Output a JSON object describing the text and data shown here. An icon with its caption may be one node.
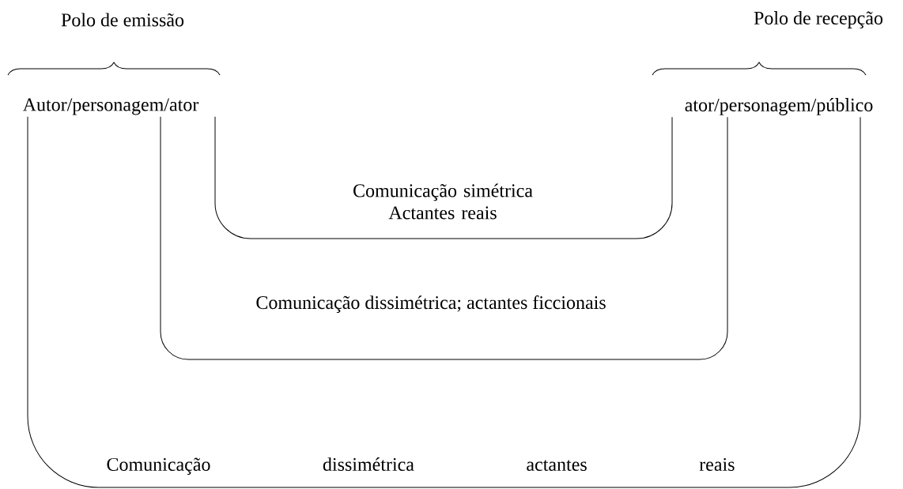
{
  "diagram": {
    "nodes": [
      {
        "text": [
          "Autor/personagem/ator"
        ]
      },
      {
        "text": [
          "ator/personagem/público"
        ]
      }
    ],
    "edges": [
      {
        "from": 0,
        "to": 1,
        "arrow": "none",
        "label": "Comunicação simétrica Actantes reais"
      },
      {
        "from": 0,
        "to": 1,
        "arrow": "none",
        "label": "Comunicação dissimétrica; actantes ficcionais"
      },
      {
        "from": 0,
        "to": 1,
        "arrow": "none",
        "label": "Comunicação dissimétrica actantes reais"
      }
    ],
    "labels": [
      "Polo de emissão",
      "Polo de recepção"
    ]
  }
}
